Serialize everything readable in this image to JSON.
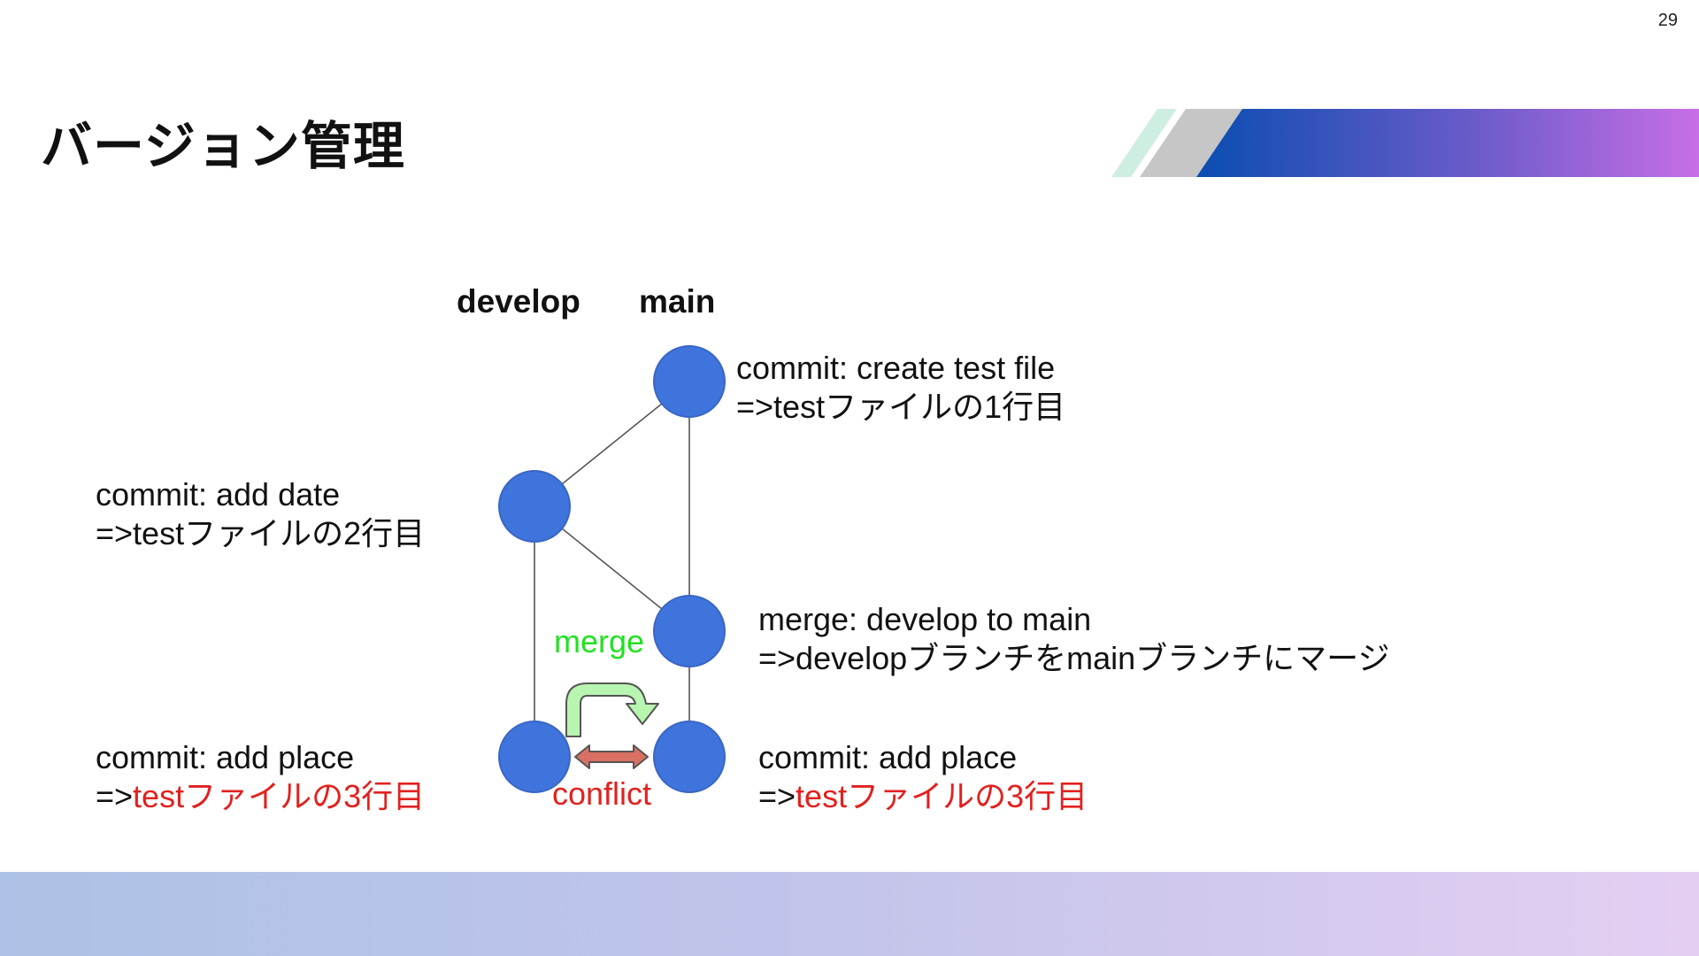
{
  "slide": {
    "page_number": "29",
    "title": "バージョン管理"
  },
  "colors": {
    "node": "#3f74dd",
    "edge": "#555555",
    "merge_arrow": "#b8f5b0",
    "conflict_arrow": "#d97063",
    "highlight": "#e0221f",
    "merge_label": "#22e122"
  },
  "branches": {
    "develop": "develop",
    "main": "main"
  },
  "commits": {
    "create": {
      "line1": "commit: create test file",
      "line2": "=>testファイルの1行目"
    },
    "add_date": {
      "line1": "commit: add date",
      "line2": "=>testファイルの2行目"
    },
    "merge": {
      "line1": "merge: develop to main",
      "line2": "=>developブランチをmainブランチにマージ"
    },
    "develop_place": {
      "line1": "commit: add place",
      "line2_prefix": "=>",
      "line2_highlight": "testファイルの3行目"
    },
    "main_place": {
      "line1": "commit: add place",
      "line2_prefix": "=>",
      "line2_highlight": "testファイルの3行目"
    }
  },
  "annotations": {
    "merge": "merge",
    "conflict": "conflict"
  }
}
